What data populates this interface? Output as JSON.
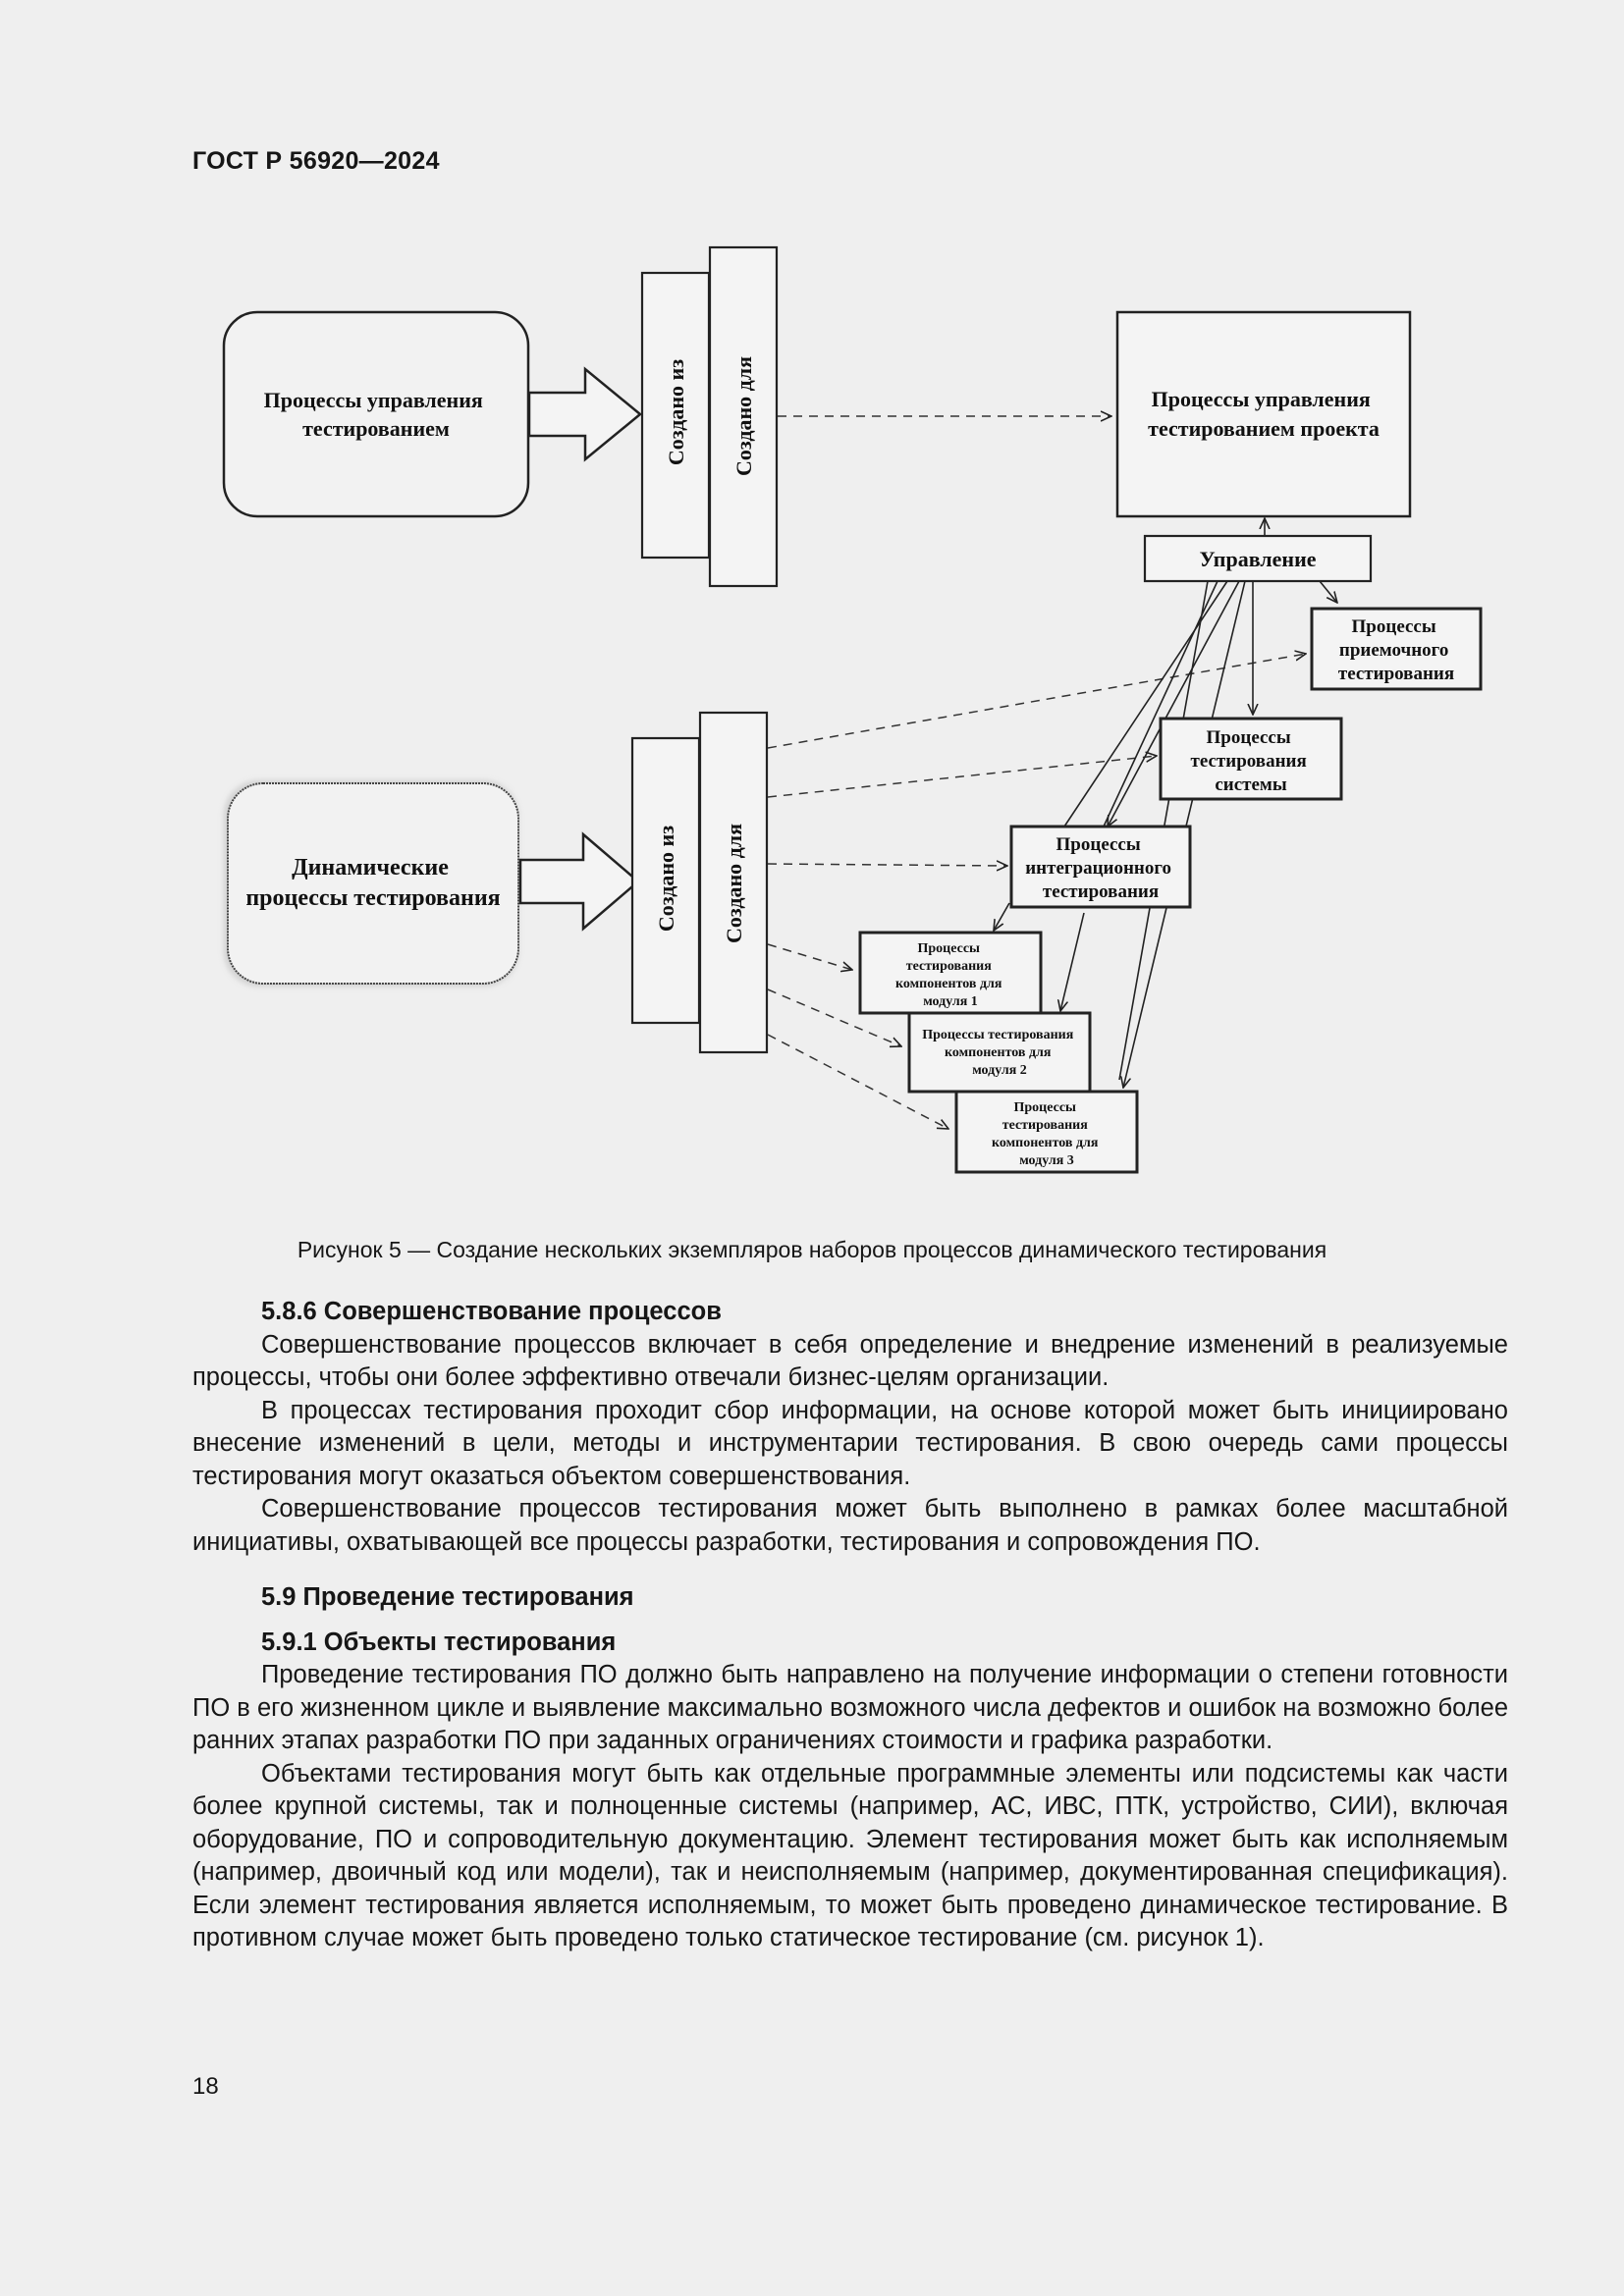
{
  "header": {
    "doc_code": "ГОСТ Р 56920—2024"
  },
  "figure": {
    "top_source": "Процессы управления тестированием",
    "top_created_from": "Создано из",
    "top_created_for": "Создано для",
    "top_target": "Процессы управления тестированием проекта",
    "management": "Управление",
    "acceptance": "Процессы приемочного тестирования",
    "system": "Процессы тестирования системы",
    "integration": "Процессы интеграционного тестирования",
    "bottom_source": "Динамические процессы тестирования",
    "bottom_created_from": "Создано из",
    "bottom_created_for": "Создано для",
    "module1": "Процессы тестирования компонентов для модуля 1",
    "module2": "Процессы тестирования компонентов для модуля 2",
    "module3": "Процессы тестирования компонентов для модуля 3",
    "caption": "Рисунок 5 — Создание нескольких экземпляров наборов процессов динамического тестирования"
  },
  "sections": {
    "s586_title": "5.8.6 Совершенствование процессов",
    "s586_p1": "Совершенствование процессов включает в себя определение и внедрение изменений в реализуемые процессы, чтобы они более эффективно отвечали бизнес-целям организации.",
    "s586_p2": "В процессах тестирования проходит сбор информации, на основе которой может быть инициировано внесение изменений в цели, методы и инструментарии тестирования. В свою очередь сами процессы тестирования могут оказаться объектом совершенствования.",
    "s586_p3": "Совершенствование процессов тестирования может быть выполнено в рамках более масштабной инициативы, охватывающей все процессы разработки, тестирования и сопровождения ПО.",
    "s59_title": "5.9 Проведение тестирования",
    "s591_title": "5.9.1 Объекты тестирования",
    "s591_p1": "Проведение тестирования ПО должно быть направлено на получение информации о степени готовности ПО в его жизненном цикле и выявление максимально возможного числа дефектов и ошибок на возможно более ранних этапах разработки ПО при заданных ограничениях стоимости и графика разработки.",
    "s591_p2": "Объектами тестирования могут быть как отдельные программные элементы или подсистемы как части более крупной системы, так и полноценные системы (например, АС, ИВС, ПТК, устройство, СИИ), включая оборудование, ПО и сопроводительную документацию. Элемент тестирования может быть как исполняемым (например, двоичный код или модели), так и неисполняемым (например, документированная спецификация). Если элемент тестирования является исполняемым, то может быть проведено динамическое тестирование. В противном случае может быть проведено только статическое тестирование (см. рисунок 1)."
  },
  "footer": {
    "page_number": "18"
  }
}
